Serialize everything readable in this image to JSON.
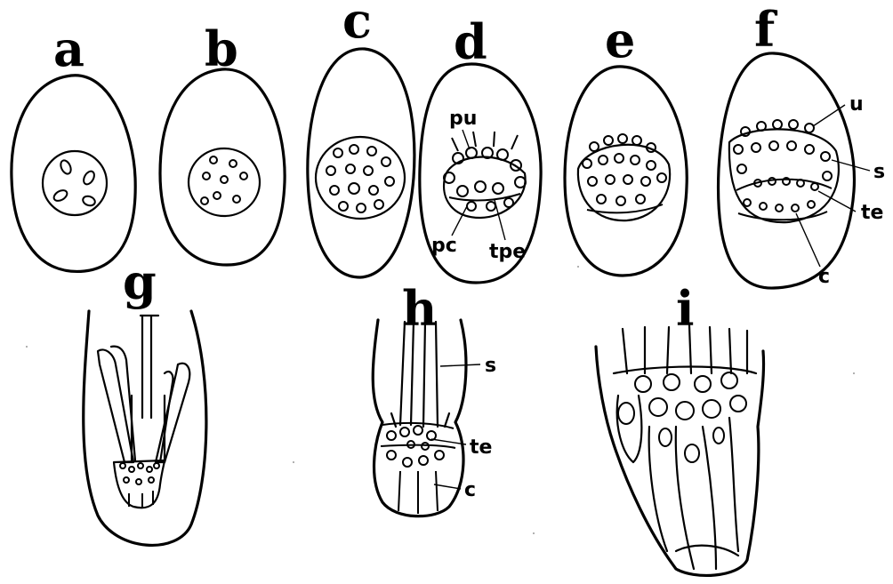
{
  "panels": {
    "a": {
      "letter": "a"
    },
    "b": {
      "letter": "b"
    },
    "c": {
      "letter": "c"
    },
    "d": {
      "letter": "d",
      "labels": [
        "pu",
        "pc",
        "tpe"
      ]
    },
    "e": {
      "letter": "e"
    },
    "f": {
      "letter": "f",
      "labels": [
        "u",
        "s",
        "te",
        "c"
      ]
    },
    "g": {
      "letter": "g"
    },
    "h": {
      "letter": "h",
      "labels": [
        "s",
        "te",
        "c"
      ]
    },
    "i": {
      "letter": "i"
    }
  },
  "colors": {
    "ink": "#000000",
    "paper": "#ffffff"
  }
}
